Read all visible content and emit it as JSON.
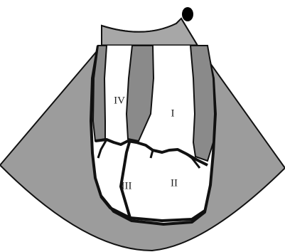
{
  "diagram": {
    "labels": {
      "chamber_1": "I",
      "chamber_2": "II",
      "chamber_3": "III",
      "chamber_4": "IV"
    },
    "colors": {
      "sector_fill": "#9c9c9c",
      "septum_fill": "#8a8a8a",
      "chamber_fill": "#ffffff",
      "outline": "#111111",
      "marker": "#000000"
    },
    "icons": {
      "orientation_marker": "orientation-dot-icon"
    }
  }
}
